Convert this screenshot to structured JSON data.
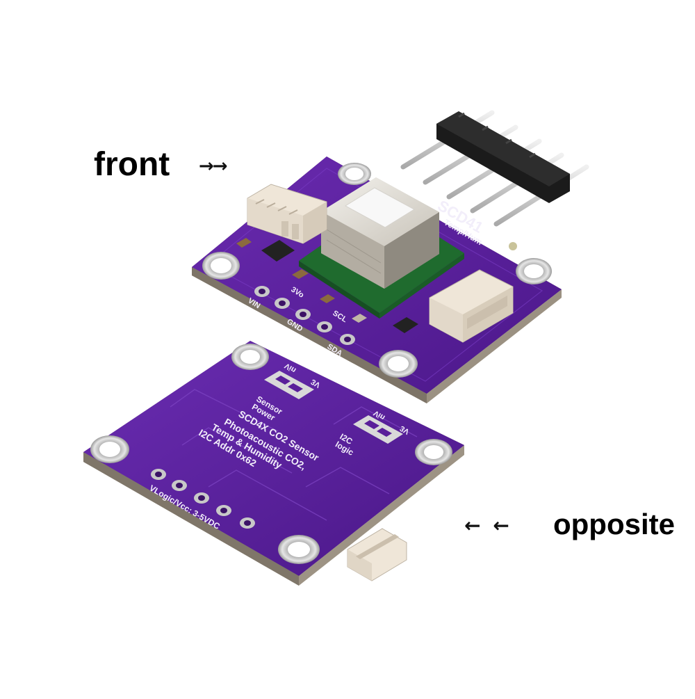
{
  "labels": {
    "front": "front",
    "opposite": "opposite"
  },
  "arrows": {
    "front": "→→",
    "opposite": "← ←"
  },
  "front_board": {
    "title": "SCD41",
    "subtitle": "Temp/Hum",
    "pins": [
      "VIN",
      "3Vo",
      "GND",
      "SCL",
      "SDA"
    ]
  },
  "back_board": {
    "jumper_sensor_power": {
      "label_top": "Vin",
      "label_side": "3V",
      "label": "Sensor\nPower"
    },
    "jumper_i2c_logic": {
      "label_top": "Vin",
      "label_side": "3V",
      "label": "I2C\nlogic"
    },
    "description": [
      "SCD4X CO2 Sensor",
      "Photoacoustic CO2,",
      "Temp & Humidity",
      "I2C Addr 0x62"
    ],
    "voltage_note": "VLogic/Vcc: 3-5VDC"
  },
  "colors": {
    "pcb_purple": "#5a1f9a",
    "pcb_dark": "#3f1370",
    "fr4_edge": "#8a8070",
    "connector_white": "#efe6d8",
    "header_black": "#1b1b1b",
    "pin_silver": "#cfcfcf"
  }
}
